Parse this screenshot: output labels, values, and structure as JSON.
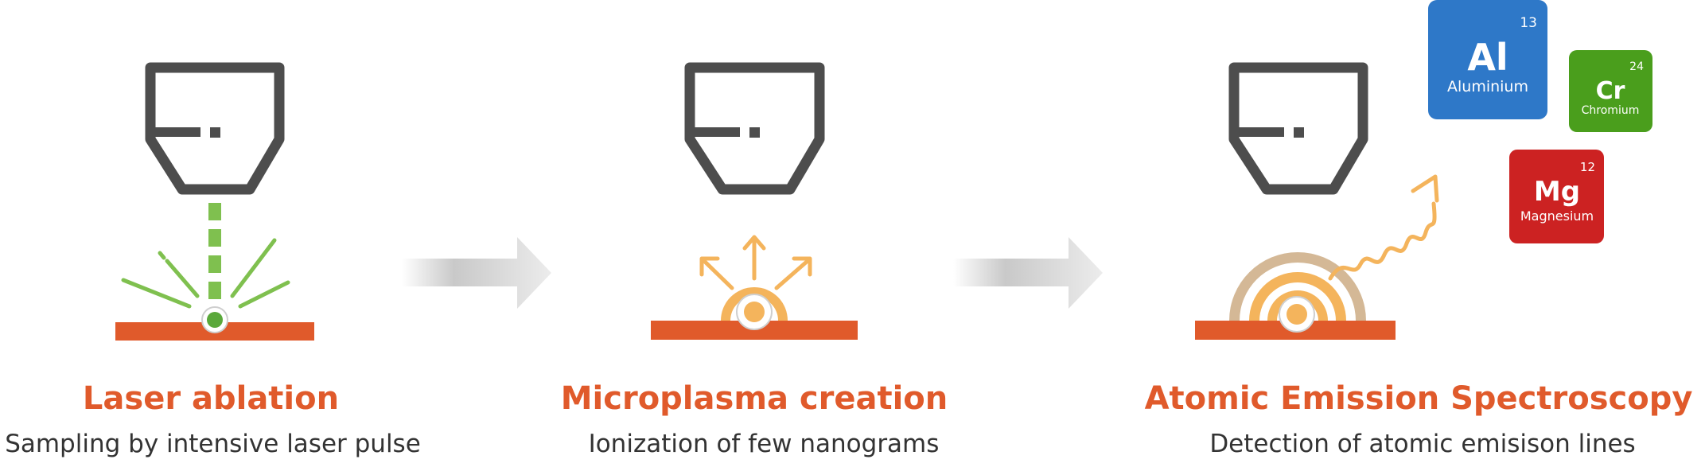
{
  "steps": [
    {
      "title": "Laser ablation",
      "subtitle": "Sampling by intensive laser pulse"
    },
    {
      "title": "Microplasma creation",
      "subtitle": "Ionization of few nanograms"
    },
    {
      "title": "Atomic Emission Spectroscopy",
      "subtitle": "Detection of atomic emisison lines"
    }
  ],
  "elements": [
    {
      "number": "13",
      "symbol": "Al",
      "name": "Aluminium",
      "color": "#2e78c8"
    },
    {
      "number": "24",
      "symbol": "Cr",
      "name": "Chromium",
      "color": "#4a9e1c"
    },
    {
      "number": "12",
      "symbol": "Mg",
      "name": "Magnesium",
      "color": "#cc2222"
    }
  ],
  "colors": {
    "accent": "#e05a2b",
    "device": "#4d4d4d",
    "laser": "#7fc04f",
    "plasma": "#f4b45c",
    "emission_ring": "#d4b896",
    "arrow": "#d9d9d9"
  },
  "icons": [
    "laser-head-icon",
    "laser-beam-icon",
    "plasma-icon",
    "emission-wave-icon",
    "process-arrow-icon"
  ]
}
